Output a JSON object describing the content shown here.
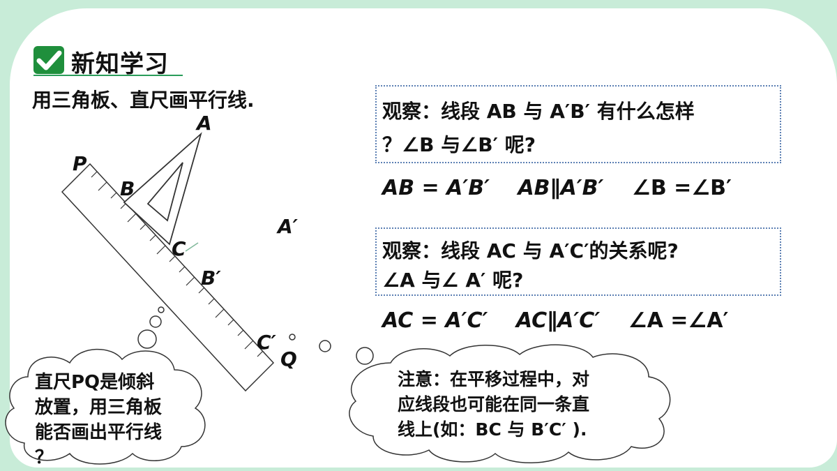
{
  "header": {
    "title": "新知学习"
  },
  "subtitle": "用三角板、直尺画平行线.",
  "figure_labels": {
    "A": "A",
    "B": "B",
    "C": "C",
    "P": "P",
    "A_prime": "A′",
    "B_prime": "B′",
    "C_prime": "C′",
    "Q": "Q"
  },
  "box1": {
    "line1": "观察：线段 AB 与 A′B′ 有什么怎样",
    "line2": "？∠B 与∠B′ 呢?"
  },
  "eq1": {
    "left": "AB = A′B′",
    "mid": "AB∥A′B′",
    "right": "∠B =∠B′"
  },
  "box2": {
    "line1": "观察：线段 AC 与 A′C′的关系呢?",
    "line2": "∠A 与∠ A′ 呢?"
  },
  "eq2": {
    "left": "AC = A′C′",
    "mid": "AC∥A′C′",
    "right": "∠A =∠A′"
  },
  "cloud_left": {
    "line1": "直尺PQ是倾斜",
    "line2": "放置，用三角板",
    "line3": "能否画出平行线",
    "line4": "？"
  },
  "cloud_right": {
    "line1": "注意：在平移过程中，对",
    "line2": "应线段也可能在同一条直",
    "line3": "线上(如：BC 与 B′C′ )."
  },
  "colors": {
    "background": "#c8ecd8",
    "accent": "#1f8f3c",
    "box_border": "#5b7fb3"
  },
  "icons": {
    "title_icon": "check-icon"
  }
}
